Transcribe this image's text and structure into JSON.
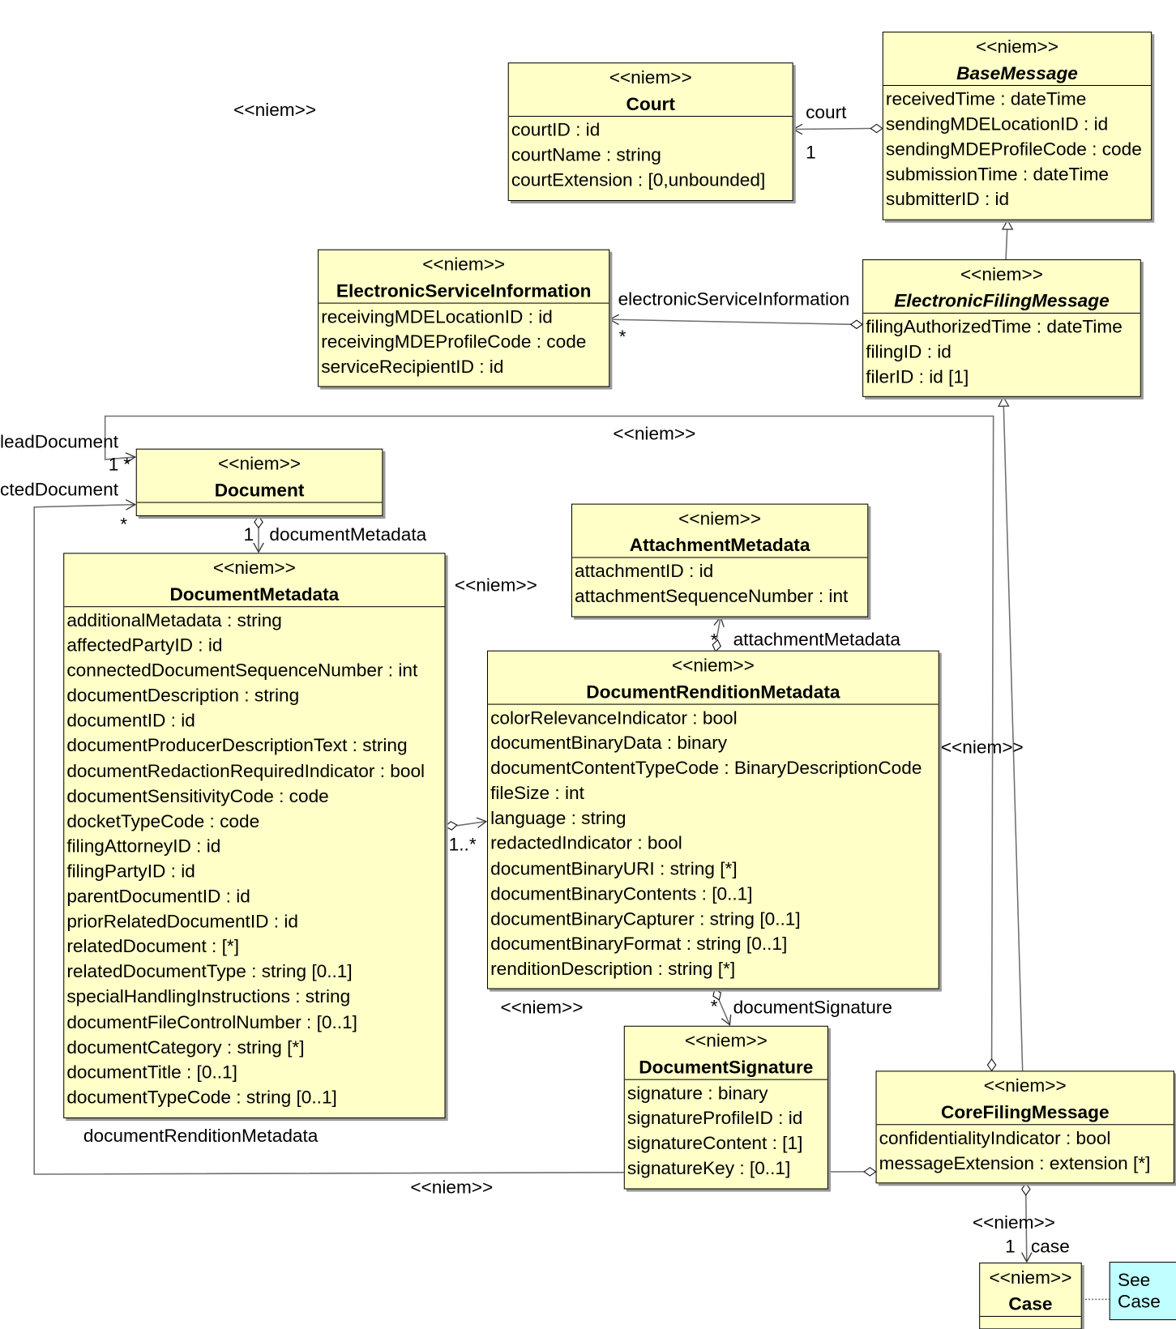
{
  "classes": [
    {
      "id": "court",
      "stereotype": "<<niem>>",
      "name": "Court",
      "abstract": false,
      "attributes": [
        "courtID : id",
        "courtName : string",
        "courtExtension :  [0,unbounded]"
      ]
    },
    {
      "id": "base-message",
      "stereotype": "<<niem>>",
      "name": "BaseMessage",
      "abstract": true,
      "attributes": [
        "receivedTime : dateTime",
        "sendingMDELocationID : id",
        "sendingMDEProfileCode : code",
        "submissionTime : dateTime",
        "submitterID : id"
      ]
    },
    {
      "id": "electronic-service-information",
      "stereotype": "<<niem>>",
      "name": "ElectronicServiceInformation",
      "abstract": false,
      "attributes": [
        "receivingMDELocationID : id",
        "receivingMDEProfileCode : code",
        "serviceRecipientID : id"
      ]
    },
    {
      "id": "electronic-filing-message",
      "stereotype": "<<niem>>",
      "name": "ElectronicFilingMessage",
      "abstract": true,
      "attributes": [
        "filingAuthorizedTime : dateTime",
        "filingID : id",
        "filerID : id [1]"
      ]
    },
    {
      "id": "document",
      "stereotype": "<<niem>>",
      "name": "Document",
      "abstract": false,
      "attributes": []
    },
    {
      "id": "document-metadata",
      "stereotype": "<<niem>>",
      "name": "DocumentMetadata",
      "abstract": false,
      "attributes": [
        "additionalMetadata : string",
        "affectedPartyID : id",
        "connectedDocumentSequenceNumber : int",
        "documentDescription : string",
        "documentID : id",
        "documentProducerDescriptionText : string",
        "documentRedactionRequiredIndicator : bool",
        "documentSensitivityCode : code",
        "docketTypeCode : code",
        "filingAttorneyID : id",
        "filingPartyID : id",
        "parentDocumentID : id",
        "priorRelatedDocumentID : id",
        "relatedDocument :  [*]",
        "relatedDocumentType : string [0..1]",
        "specialHandlingInstructions : string",
        "documentFileControlNumber :  [0..1]",
        "documentCategory : string [*]",
        "documentTitle :  [0..1]",
        "documentTypeCode : string [0..1]"
      ]
    },
    {
      "id": "attachment-metadata",
      "stereotype": "<<niem>>",
      "name": "AttachmentMetadata",
      "abstract": false,
      "attributes": [
        "attachmentID : id",
        "attachmentSequenceNumber : int"
      ]
    },
    {
      "id": "document-rendition-metadata",
      "stereotype": "<<niem>>",
      "name": "DocumentRenditionMetadata",
      "abstract": false,
      "attributes": [
        "colorRelevanceIndicator : bool",
        "documentBinaryData : binary",
        "documentContentTypeCode : BinaryDescriptionCode",
        "fileSize : int",
        "language : string",
        "redactedIndicator : bool",
        "documentBinaryURI : string [*]",
        "documentBinaryContents :  [0..1]",
        "documentBinaryCapturer : string [0..1]",
        "documentBinaryFormat : string [0..1]",
        "renditionDescription : string [*]"
      ]
    },
    {
      "id": "document-signature",
      "stereotype": "<<niem>>",
      "name": "DocumentSignature",
      "abstract": false,
      "attributes": [
        "signature : binary",
        "signatureProfileID : id",
        "signatureContent :  [1]",
        "signatureKey :  [0..1]"
      ]
    },
    {
      "id": "core-filing-message",
      "stereotype": "<<niem>>",
      "name": "CoreFilingMessage",
      "abstract": false,
      "attributes": [
        "confidentialityIndicator : bool",
        "messageExtension : extension [*]"
      ]
    },
    {
      "id": "case",
      "stereotype": "<<niem>>",
      "name": "Case",
      "abstract": false,
      "attributes": []
    }
  ],
  "note": {
    "text": "See Case"
  },
  "labels": {
    "court_role": "court",
    "court_mult": "1",
    "esi_role": "electronicServiceInformation",
    "esi_mult": "*",
    "lead_document": "leadDocument",
    "connected_document": "ctedDocument",
    "conn_mult_1": "1",
    "conn_mult_star": "*",
    "conn_mult_star2": "*",
    "doc_meta_mult": "1",
    "doc_meta_role": "documentMetadata",
    "rendition_role": "documentRenditionMetadata",
    "rendition_mult": "1..*",
    "attach_mult": "*",
    "attach_role": "attachmentMetadata",
    "sig_mult": "*",
    "sig_role": "documentSignature",
    "case_mult": "1",
    "case_role": "case",
    "stereo_free_1": "<<niem>>",
    "stereo_free_2": "<<niem>>",
    "stereo_free_3": "<<niem>>",
    "stereo_free_4": "<<niem>>",
    "stereo_free_5": "<<niem>>",
    "stereo_free_6": "<<niem>>",
    "stereo_free_7": "<<niem>>"
  },
  "colors": {
    "class_fill": "#ffffc8",
    "note_fill": "#bfffff",
    "line": "#6e6e6e"
  }
}
